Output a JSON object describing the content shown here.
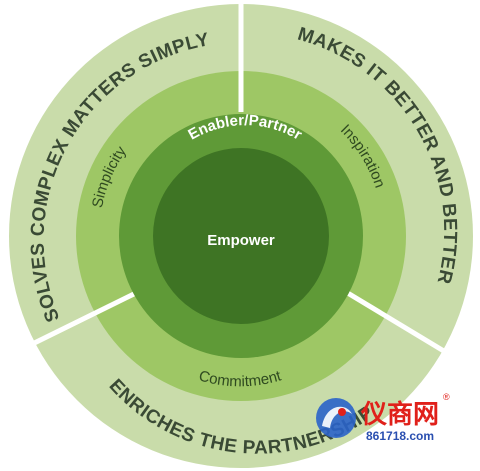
{
  "outer_ring": {
    "left": "SOLVES COMPLEX MATTERS SIMPLY",
    "right": "MAKES IT BETTER AND BETTER",
    "bottom": "ENRICHES THE PARTNERSHIP"
  },
  "middle_ring": {
    "left": "Simplicity",
    "right": "Inspiration",
    "bottom": "Commitment"
  },
  "inner_ring": {
    "label": "Enabler/Partner"
  },
  "core": {
    "label": "Empower"
  },
  "watermark": {
    "name": "仪商网",
    "url": "861718.com",
    "registered": "®"
  },
  "colors": {
    "outer": "#c9dcaa",
    "middle": "#9ec765",
    "inner": "#5f9a37",
    "core": "#3e7424",
    "divider": "#ffffff"
  }
}
